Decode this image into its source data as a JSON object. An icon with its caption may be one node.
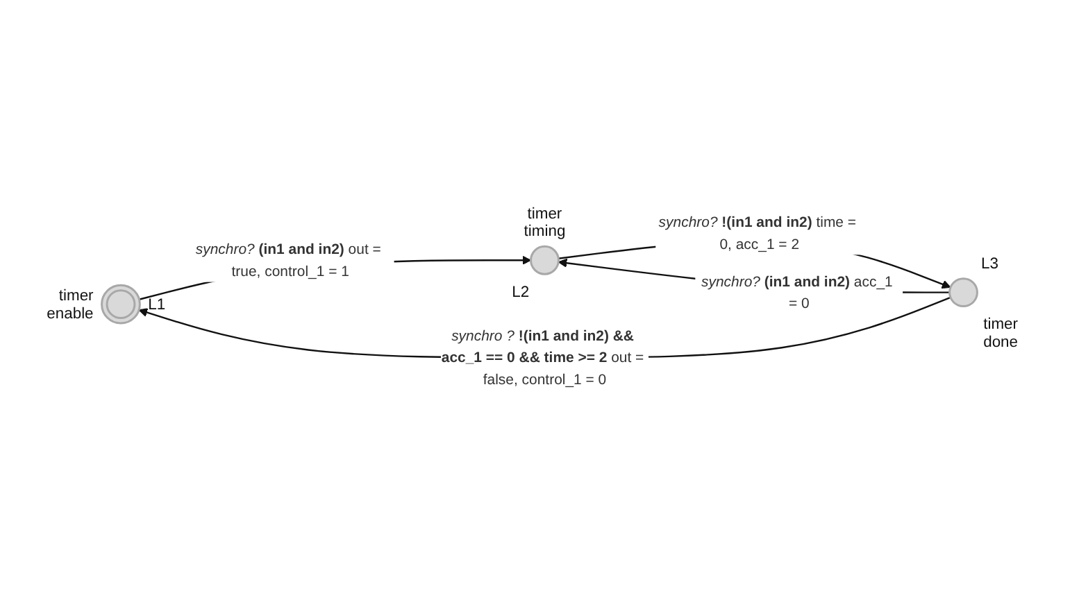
{
  "diagram": {
    "nodes": [
      {
        "text": [],
        "shape": "circle",
        "beside": [
          "timer enable",
          "L1"
        ]
      },
      {
        "text": [],
        "shape": "circle",
        "beside": [
          "timer timing",
          "L2"
        ]
      },
      {
        "text": [],
        "shape": "circle",
        "beside": [
          "L3",
          "timer done"
        ]
      }
    ],
    "edges": [
      {
        "from": 0,
        "to": 1,
        "arrow": "to",
        "label": "*synchro?* **(in1 and in2)** out = true, control_1 = 1"
      },
      {
        "from": 2,
        "to": 1,
        "arrow": "to",
        "label": "*synchro?* **(in1 and in2)** acc_1 = 0"
      },
      {
        "from": 1,
        "to": 2,
        "arrow": "to",
        "label": "*synchro?* **!(in1 and in2)** time = 0, acc_1 = 2"
      },
      {
        "from": 2,
        "to": 0,
        "arrow": "to",
        "label": "*synchro ?* **!(in1 and in2) && acc_1 == 0 && time >= 2** out = false, control_1 = 0"
      }
    ]
  }
}
